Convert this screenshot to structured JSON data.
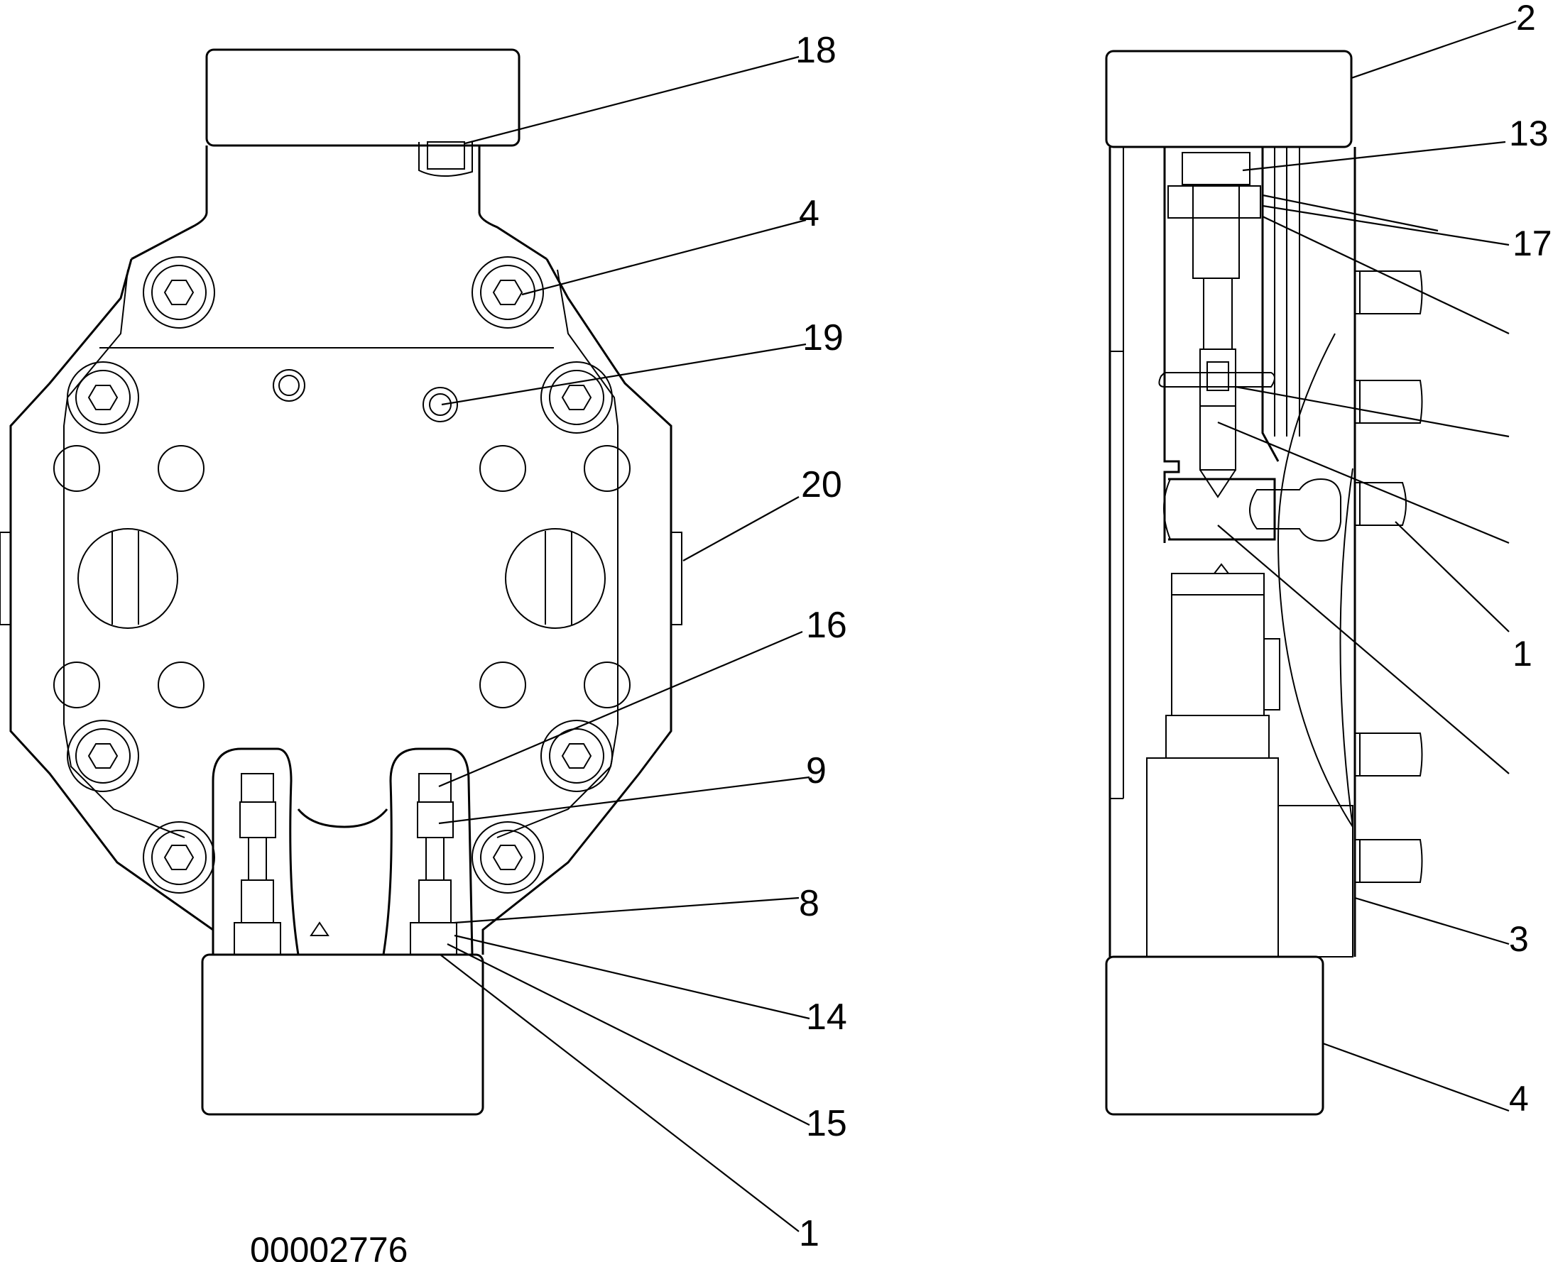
{
  "drawing_number": "00002776",
  "left_view_callouts": [
    "18",
    "4",
    "19",
    "20",
    "16",
    "9",
    "8",
    "14",
    "15",
    "1"
  ],
  "right_view_callouts": [
    "2",
    "13",
    "17",
    "",
    "",
    "",
    "1",
    "",
    "3",
    "4"
  ]
}
